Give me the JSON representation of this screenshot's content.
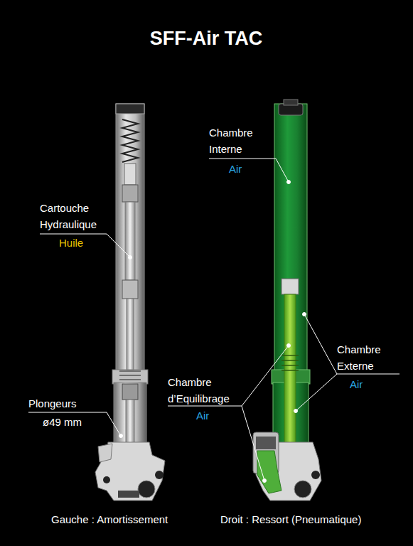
{
  "diagram": {
    "title": "SFF-Air TAC",
    "labels": [
      "Chambre Interne",
      "Air",
      "Cartouche Hydraulique",
      "Huile",
      "Chambre Externe",
      "Air",
      "Chambre d’Equilibrage",
      "Air",
      "Plongeurs",
      "ø49 mm",
      "Gauche : Amortissement",
      "Droit : Ressort (Pneumatique)"
    ]
  }
}
